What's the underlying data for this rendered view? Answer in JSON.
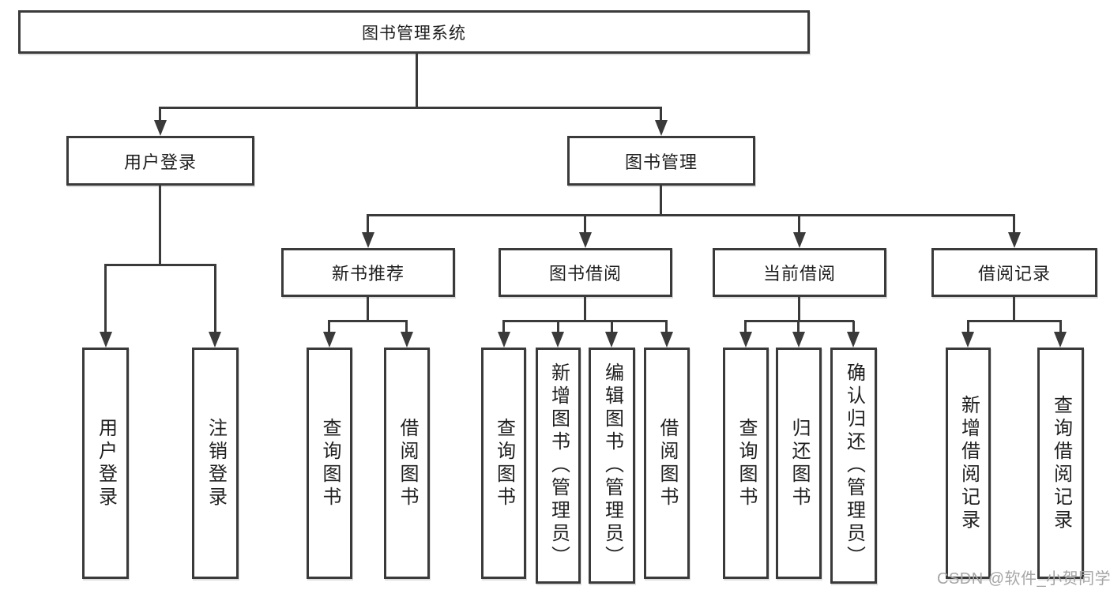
{
  "tree": {
    "root": {
      "label": "图书管理系统"
    },
    "branches": [
      {
        "label": "用户登录",
        "children": [
          {
            "label": "用户登录"
          },
          {
            "label": "注销登录"
          }
        ]
      },
      {
        "label": "图书管理",
        "children": [
          {
            "label": "新书推荐",
            "children": [
              {
                "label": "查询图书"
              },
              {
                "label": "借阅图书"
              }
            ]
          },
          {
            "label": "图书借阅",
            "children": [
              {
                "label": "查询图书"
              },
              {
                "label": "新增图书（管理员）"
              },
              {
                "label": "编辑图书（管理员）"
              },
              {
                "label": "借阅图书"
              }
            ]
          },
          {
            "label": "当前借阅",
            "children": [
              {
                "label": "查询图书"
              },
              {
                "label": "归还图书"
              },
              {
                "label": "确认归还（管理员）"
              }
            ]
          },
          {
            "label": "借阅记录",
            "children": [
              {
                "label": "新增借阅记录"
              },
              {
                "label": "查询借阅记录"
              }
            ]
          }
        ]
      }
    ]
  },
  "watermark": {
    "text": "CSDN @软件_小贺同学",
    "color": "#a6a6a6"
  },
  "colors": {
    "line": "#3a3a3a",
    "box_border": "#3a3a3a",
    "text": "#1f1f1f",
    "background": "#ffffff"
  }
}
